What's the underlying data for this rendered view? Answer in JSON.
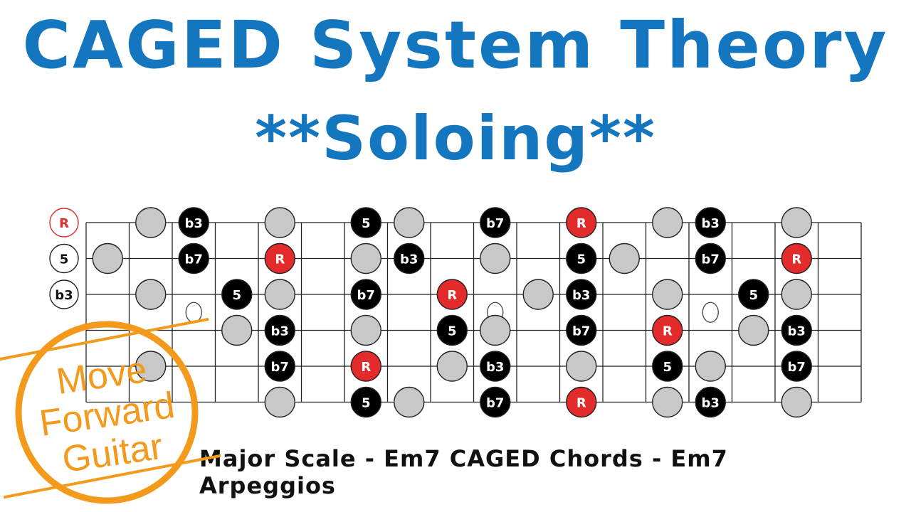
{
  "title": "CAGED System Theory",
  "subtitle": "**Soloing**",
  "caption": "Major Scale - Em7 CAGED Chords - Em7 Arpeggios",
  "logo_text": [
    "Move",
    "Forward",
    "Guitar"
  ],
  "colors": {
    "title": "#1576c0",
    "scale_note": "#c8c8c8",
    "chord_tone": "#000000",
    "root": "#e32b2b",
    "logo": "#f39a1c"
  },
  "open_strings": [
    {
      "label": "R",
      "role": "root"
    },
    {
      "label": "5",
      "role": "open"
    },
    {
      "label": "b3",
      "role": "open"
    }
  ],
  "fretboard": {
    "strings": 6,
    "frets": 18,
    "inlay_frets": [
      3,
      10,
      15
    ],
    "notes": [
      {
        "s": 0,
        "f": 2,
        "t": "scale"
      },
      {
        "s": 0,
        "f": 3,
        "t": "chord",
        "l": "b3"
      },
      {
        "s": 0,
        "f": 5,
        "t": "scale"
      },
      {
        "s": 0,
        "f": 7,
        "t": "chord",
        "l": "5"
      },
      {
        "s": 0,
        "f": 8,
        "t": "scale"
      },
      {
        "s": 0,
        "f": 10,
        "t": "chord",
        "l": "b7"
      },
      {
        "s": 0,
        "f": 12,
        "t": "root",
        "l": "R"
      },
      {
        "s": 0,
        "f": 14,
        "t": "scale"
      },
      {
        "s": 0,
        "f": 15,
        "t": "chord",
        "l": "b3"
      },
      {
        "s": 0,
        "f": 17,
        "t": "scale"
      },
      {
        "s": 1,
        "f": 1,
        "t": "scale"
      },
      {
        "s": 1,
        "f": 3,
        "t": "chord",
        "l": "b7"
      },
      {
        "s": 1,
        "f": 5,
        "t": "root",
        "l": "R"
      },
      {
        "s": 1,
        "f": 7,
        "t": "scale"
      },
      {
        "s": 1,
        "f": 8,
        "t": "chord",
        "l": "b3"
      },
      {
        "s": 1,
        "f": 10,
        "t": "scale"
      },
      {
        "s": 1,
        "f": 12,
        "t": "chord",
        "l": "5"
      },
      {
        "s": 1,
        "f": 13,
        "t": "scale"
      },
      {
        "s": 1,
        "f": 15,
        "t": "chord",
        "l": "b7"
      },
      {
        "s": 1,
        "f": 17,
        "t": "root",
        "l": "R"
      },
      {
        "s": 2,
        "f": 2,
        "t": "scale"
      },
      {
        "s": 2,
        "f": 4,
        "t": "chord",
        "l": "5"
      },
      {
        "s": 2,
        "f": 5,
        "t": "scale"
      },
      {
        "s": 2,
        "f": 7,
        "t": "chord",
        "l": "b7"
      },
      {
        "s": 2,
        "f": 9,
        "t": "root",
        "l": "R"
      },
      {
        "s": 2,
        "f": 11,
        "t": "scale"
      },
      {
        "s": 2,
        "f": 12,
        "t": "chord",
        "l": "b3"
      },
      {
        "s": 2,
        "f": 14,
        "t": "scale"
      },
      {
        "s": 2,
        "f": 16,
        "t": "chord",
        "l": "5"
      },
      {
        "s": 2,
        "f": 17,
        "t": "scale"
      },
      {
        "s": 3,
        "f": 4,
        "t": "scale"
      },
      {
        "s": 3,
        "f": 5,
        "t": "chord",
        "l": "b3"
      },
      {
        "s": 3,
        "f": 7,
        "t": "scale"
      },
      {
        "s": 3,
        "f": 9,
        "t": "chord",
        "l": "5"
      },
      {
        "s": 3,
        "f": 10,
        "t": "scale"
      },
      {
        "s": 3,
        "f": 12,
        "t": "chord",
        "l": "b7"
      },
      {
        "s": 3,
        "f": 14,
        "t": "root",
        "l": "R"
      },
      {
        "s": 3,
        "f": 16,
        "t": "scale"
      },
      {
        "s": 3,
        "f": 17,
        "t": "chord",
        "l": "b3"
      },
      {
        "s": 4,
        "f": 2,
        "t": "scale"
      },
      {
        "s": 4,
        "f": 5,
        "t": "chord",
        "l": "b7"
      },
      {
        "s": 4,
        "f": 7,
        "t": "root",
        "l": "R"
      },
      {
        "s": 4,
        "f": 9,
        "t": "scale"
      },
      {
        "s": 4,
        "f": 10,
        "t": "chord",
        "l": "b3"
      },
      {
        "s": 4,
        "f": 12,
        "t": "scale"
      },
      {
        "s": 4,
        "f": 14,
        "t": "chord",
        "l": "5"
      },
      {
        "s": 4,
        "f": 15,
        "t": "scale"
      },
      {
        "s": 4,
        "f": 17,
        "t": "chord",
        "l": "b7"
      },
      {
        "s": 5,
        "f": 5,
        "t": "scale"
      },
      {
        "s": 5,
        "f": 7,
        "t": "chord",
        "l": "5"
      },
      {
        "s": 5,
        "f": 8,
        "t": "scale"
      },
      {
        "s": 5,
        "f": 10,
        "t": "chord",
        "l": "b7"
      },
      {
        "s": 5,
        "f": 12,
        "t": "root",
        "l": "R"
      },
      {
        "s": 5,
        "f": 14,
        "t": "scale"
      },
      {
        "s": 5,
        "f": 15,
        "t": "chord",
        "l": "b3"
      },
      {
        "s": 5,
        "f": 17,
        "t": "scale"
      }
    ]
  }
}
